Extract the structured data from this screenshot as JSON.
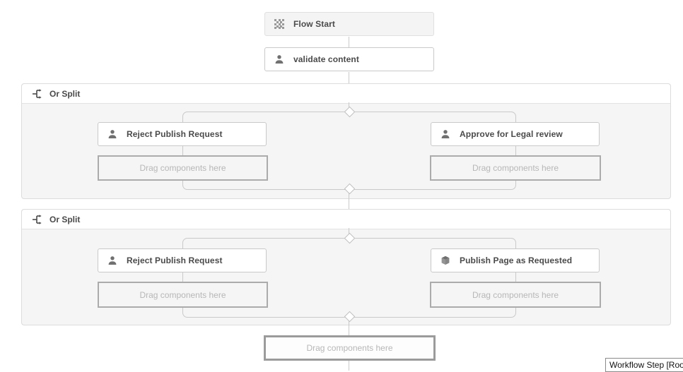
{
  "workflow": {
    "start": {
      "label": "Flow Start",
      "icon": "checkerboard-icon"
    },
    "steps": [
      {
        "label": "validate content",
        "icon": "user-icon"
      }
    ],
    "splits": [
      {
        "label": "Or Split",
        "icon": "split-icon",
        "branches": [
          {
            "step": {
              "label": "Reject Publish Request",
              "icon": "user-icon"
            },
            "dropzone": "Drag components here"
          },
          {
            "step": {
              "label": "Approve for Legal review",
              "icon": "user-icon"
            },
            "dropzone": "Drag components here"
          }
        ]
      },
      {
        "label": "Or Split",
        "icon": "split-icon",
        "branches": [
          {
            "step": {
              "label": "Reject Publish Request",
              "icon": "user-icon"
            },
            "dropzone": "Drag components here"
          },
          {
            "step": {
              "label": "Publish Page as Requested",
              "icon": "package-icon"
            },
            "dropzone": "Drag components here"
          }
        ]
      }
    ],
    "final_dropzone": "Drag components here",
    "tooltip": "Workflow Step [Roo"
  },
  "colors": {
    "connector": "#c9c9c9",
    "container_bg": "#f5f5f5",
    "container_border": "#dcdcdc",
    "step_border": "#c9c9c9",
    "start_bg": "#f4f4f4",
    "dropzone_border": "#ababab",
    "dropzone_text": "#b7b7b7",
    "label_text": "#4a4a4a",
    "icon_gray": "#7a7a7a"
  }
}
